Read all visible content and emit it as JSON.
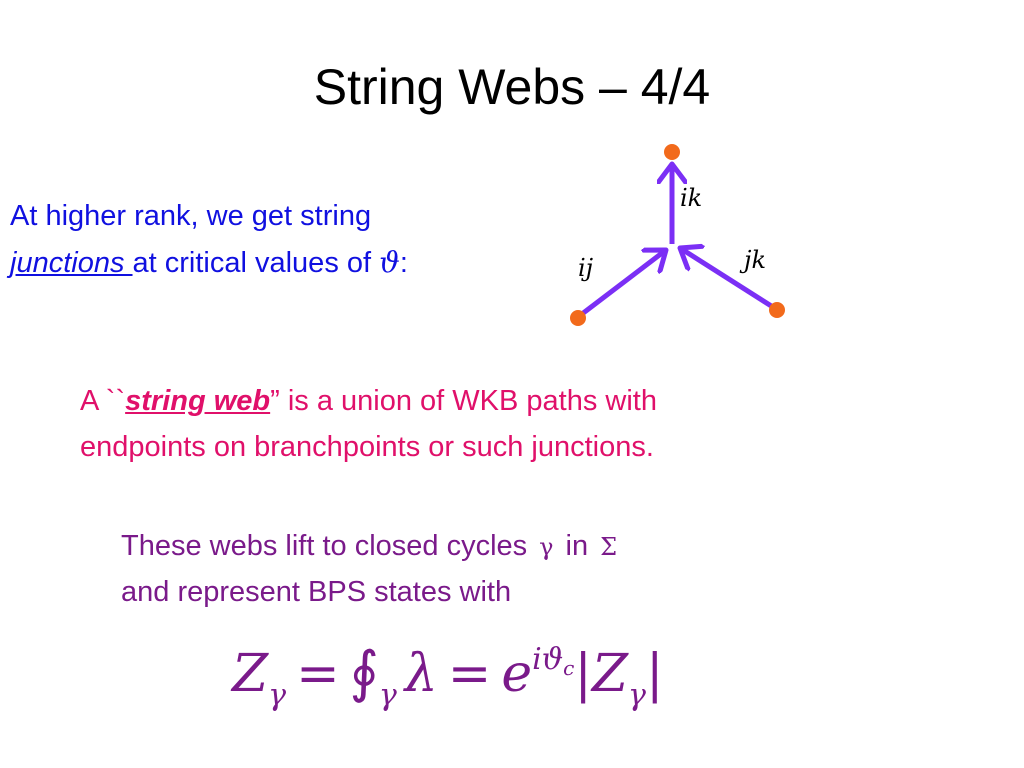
{
  "slide": {
    "title": "String Webs – 4/4",
    "intro": {
      "line1": "At higher rank, we get string",
      "junctions": "junctions ",
      "line2_mid": "at critical values of ",
      "theta": "ϑ",
      "line2_end": ":"
    },
    "diagram": {
      "labels": {
        "ik": "ik",
        "ij": "ij",
        "jk": "jk"
      },
      "colors": {
        "edge": "#7b2ff5",
        "endpoint": "#f26a1b"
      }
    },
    "string_web_paragraph": {
      "prefix": "A ``",
      "term": "string web",
      "suffix": "” is a union of WKB paths with",
      "line2": "endpoints on  branchpoints or such junctions."
    },
    "cycles_paragraph": {
      "line1_a": "These webs lift to closed cycles",
      "gamma": "γ",
      "line1_b": "in",
      "sigma": "Σ",
      "line2": "and represent BPS states with"
    },
    "formula": {
      "Z": "Z",
      "gamma": "γ",
      "eq": "=",
      "oint": "∮",
      "lambda": "λ",
      "e": "e",
      "exponent": "iϑ",
      "exponent_sub": "c",
      "bar": "|"
    },
    "colors": {
      "title": "#000000",
      "intro_text": "#1010e0",
      "string_web_text": "#e0106a",
      "cycles_text": "#7a1a8a"
    }
  }
}
